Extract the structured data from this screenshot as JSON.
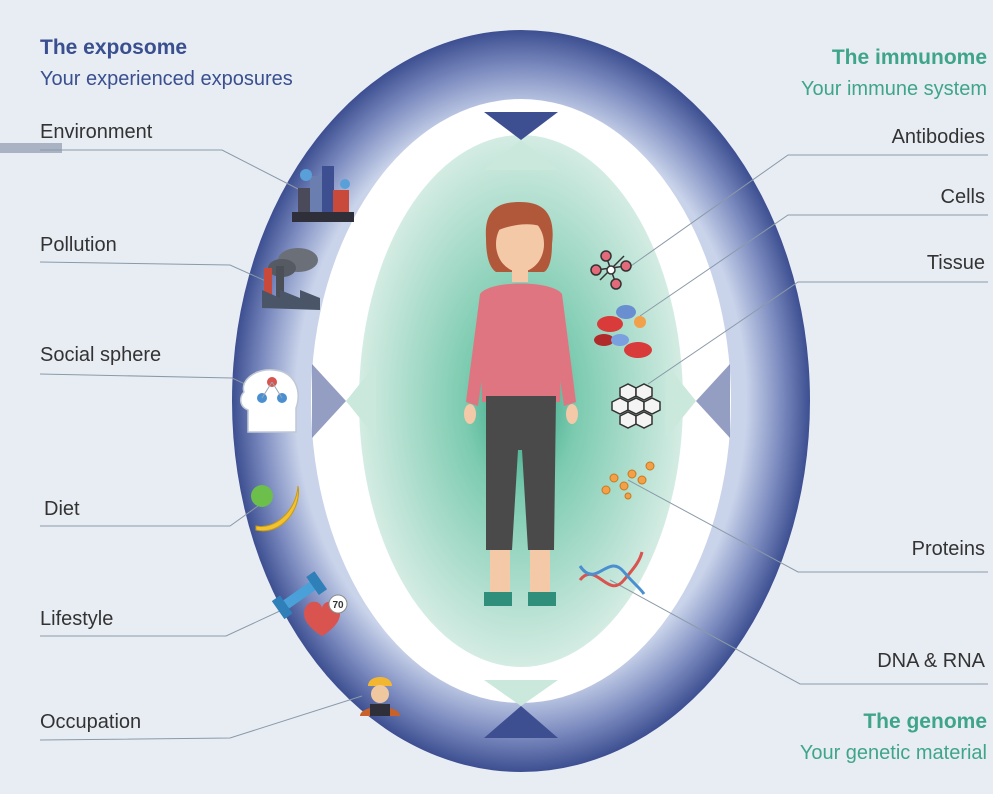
{
  "exposome": {
    "title": "The exposome",
    "subtitle": "Your experienced exposures",
    "color": "#3a4f8f",
    "items": [
      "Environment",
      "Pollution",
      "Social sphere",
      "Diet",
      "Lifestyle",
      "Occupation"
    ]
  },
  "immunome": {
    "title": "The immunome",
    "subtitle": "Your immune system",
    "color": "#3fa58a",
    "items": [
      "Antibodies",
      "Cells",
      "Tissue"
    ]
  },
  "genome": {
    "title": "The genome",
    "subtitle": "Your genetic material",
    "color": "#3fa58a",
    "items": [
      "Proteins",
      "DNA & RNA"
    ]
  },
  "badges": {
    "heart_rate": "70"
  },
  "icons": [
    "buildings-icon",
    "factory-icon",
    "head-network-icon",
    "fruit-icon",
    "fitness-icon",
    "worker-icon",
    "antibodies-icon",
    "cells-icon",
    "tissue-icon",
    "proteins-icon",
    "dna-icon",
    "person-figure"
  ],
  "colors": {
    "background": "#e8edf4",
    "ring_outer": "#3d4f91",
    "ring_inner": "#c9d3ea",
    "core": "#cbe8dc",
    "core_center": "#2fa07f",
    "leader_line": "#8a9aa8"
  }
}
